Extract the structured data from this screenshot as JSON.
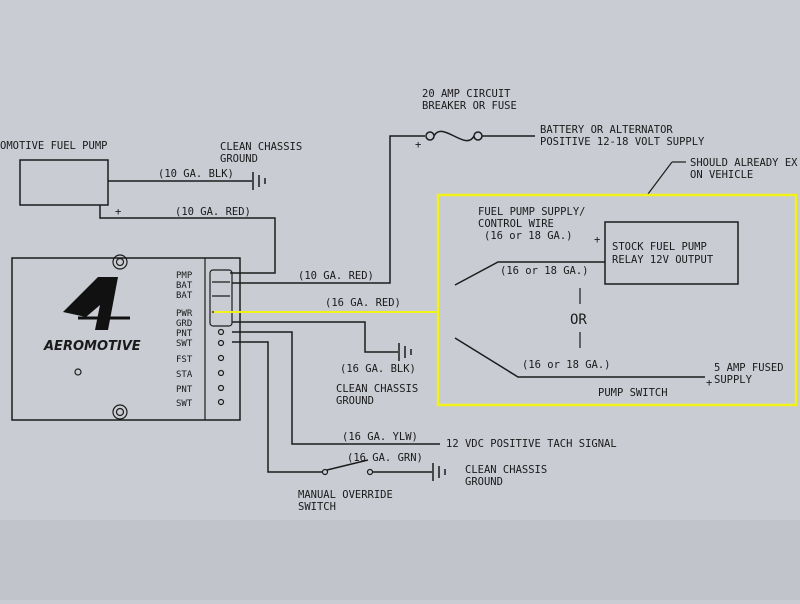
{
  "colors": {
    "paper": "#c9ccd3",
    "ink": "#1c1c1c",
    "highlight": "#f2f21a"
  },
  "labels": {
    "fuel_pump": "OMOTIVE FUEL PUMP",
    "chassis_ground_top_1": "CLEAN CHASSIS",
    "chassis_ground_top_2": "GROUND",
    "wire_10ga_blk": "(10 GA. BLK)",
    "wire_10ga_red_1": "(10 GA. RED)",
    "plus": "+",
    "breaker_1": "20 AMP CIRCUIT",
    "breaker_2": "BREAKER OR FUSE",
    "battery_1": "BATTERY OR ALTERNATOR",
    "battery_2": "POSITIVE 12-18 VOLT SUPPLY",
    "should_1": "SHOULD ALREADY EX",
    "should_2": "ON VEHICLE",
    "supply_1": "FUEL PUMP SUPPLY/",
    "supply_2": "CONTROL WIRE",
    "supply_3": "(16 or 18 GA.)",
    "relay_1": "STOCK FUEL PUMP",
    "relay_2": "RELAY 12V OUTPUT",
    "wire_16or18_a": "(16 or 18 GA.)",
    "or": "OR",
    "wire_16or18_b": "(16 or 18 GA.)",
    "fused_1": "5 AMP FUSED",
    "fused_2": "SUPPLY",
    "pump_switch": "PUMP SWITCH",
    "wire_10ga_red_2": "(10 GA. RED)",
    "wire_16ga_red": "(16 GA. RED)",
    "wire_16ga_blk": "(16 GA. BLK)",
    "chassis_ground_mid_1": "CLEAN CHASSIS",
    "chassis_ground_mid_2": "GROUND",
    "wire_16ga_ylw": "(16 GA. YLW)",
    "tach": "12 VDC POSITIVE TACH SIGNAL",
    "wire_16ga_grn": "(16 GA. GRN)",
    "chassis_ground_bot_1": "CLEAN CHASSIS",
    "chassis_ground_bot_2": "GROUND",
    "override_1": "MANUAL OVERRIDE",
    "override_2": "SWITCH",
    "logo": "AEROMOTIVE"
  },
  "terminals": {
    "pmp": "PMP",
    "bat1": "BAT",
    "bat2": "BAT",
    "pwr": "PWR",
    "grd": "GRD",
    "pnt1": "PNT",
    "swt1": "SWT",
    "fst": "FST",
    "sta": "STA",
    "pnt2": "PNT",
    "swt2": "SWT"
  }
}
